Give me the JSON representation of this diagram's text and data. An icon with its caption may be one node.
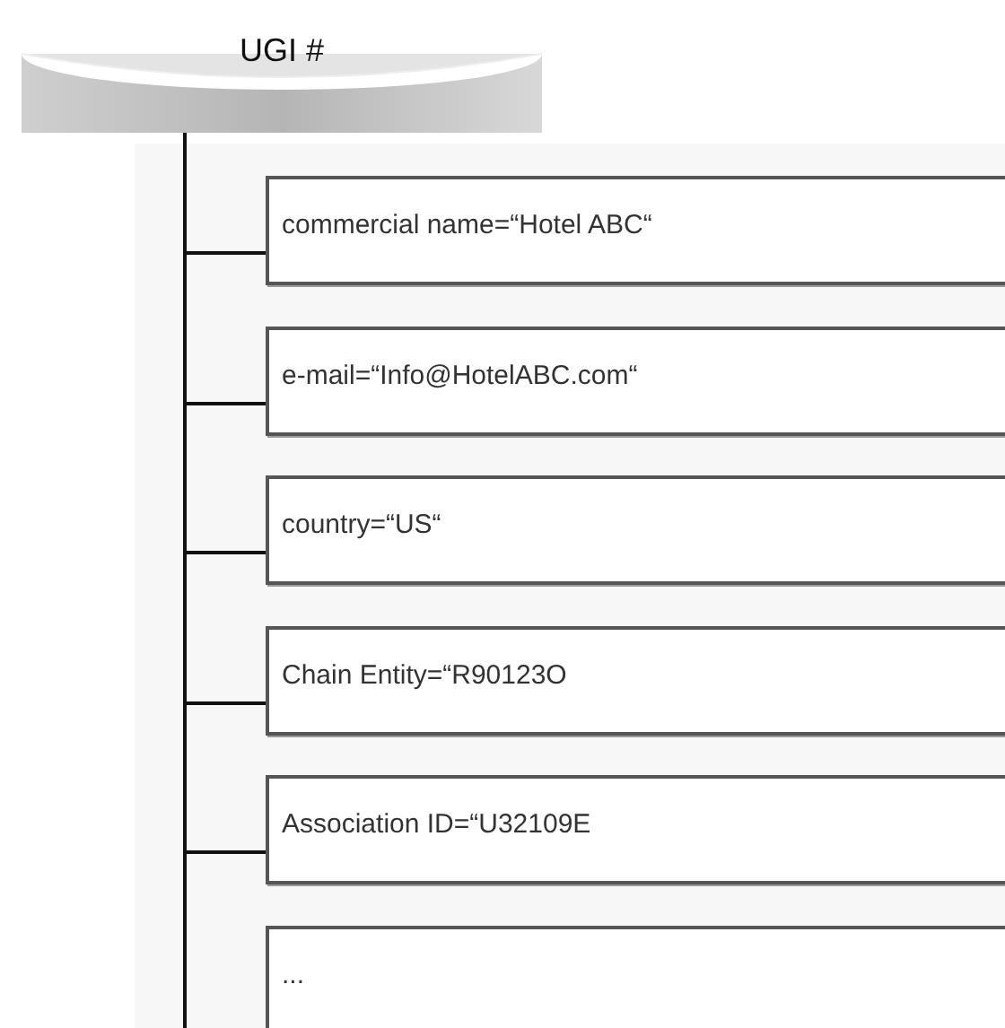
{
  "diagram": {
    "nodes": [
      {
        "text": [
          "UGI #"
        ]
      },
      {
        "text": [
          "commercial name=“Hotel ABC“"
        ]
      },
      {
        "text": [
          "e-mail=“Info@HotelABC.com“"
        ]
      },
      {
        "text": [
          "country=“US“"
        ]
      },
      {
        "text": [
          "Chain Entity=“R90123O"
        ]
      },
      {
        "text": [
          "Association ID=“U32109E"
        ]
      },
      {
        "text": [
          "..."
        ]
      }
    ],
    "edges": [
      {
        "from": 0,
        "to": 1,
        "arrow": "none"
      },
      {
        "from": 0,
        "to": 2,
        "arrow": "none"
      },
      {
        "from": 0,
        "to": 3,
        "arrow": "none"
      },
      {
        "from": 0,
        "to": 4,
        "arrow": "none"
      },
      {
        "from": 0,
        "to": 5,
        "arrow": "none"
      },
      {
        "from": 0,
        "to": 6,
        "arrow": "none"
      }
    ]
  }
}
